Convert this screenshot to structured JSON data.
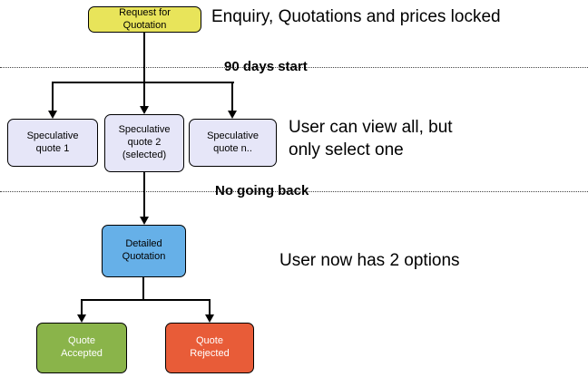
{
  "nodes": {
    "request": {
      "label": "Request for\nQuotation",
      "fill": "#e8e45a",
      "text": "#000000"
    },
    "spec1": {
      "label": "Speculative\nquote 1",
      "fill": "#e6e6f8",
      "text": "#000000"
    },
    "spec2": {
      "label": "Speculative\nquote 2\n(selected)",
      "fill": "#e6e6f8",
      "text": "#000000"
    },
    "specn": {
      "label": "Speculative\nquote n..",
      "fill": "#e6e6f8",
      "text": "#000000"
    },
    "detailed": {
      "label": "Detailed\nQuotation",
      "fill": "#66b0e8",
      "text": "#000000"
    },
    "accepted": {
      "label": "Quote\nAccepted",
      "fill": "#8ab44a",
      "text": "#ffffff"
    },
    "rejected": {
      "label": "Quote\nRejected",
      "fill": "#e85c38",
      "text": "#ffffff"
    }
  },
  "annotations": {
    "locked": "Enquiry, Quotations and prices locked",
    "view_all": "User can view all, but\nonly select one",
    "options": "User now has 2 options"
  },
  "dividers": {
    "days": "90 days start",
    "no_back": "No going back"
  }
}
